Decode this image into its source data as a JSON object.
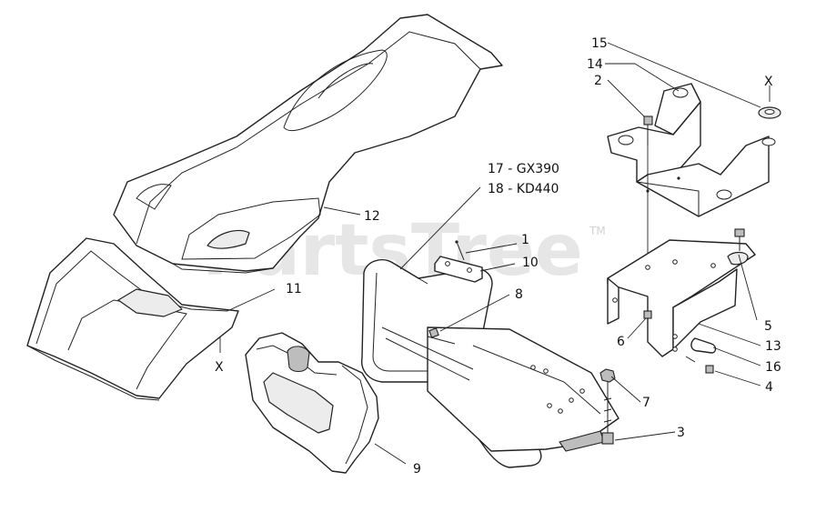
{
  "watermark": {
    "text": "PartsTree",
    "trademark": "TM"
  },
  "callouts": {
    "c15": "15",
    "c14": "14",
    "c2": "2",
    "x_top": "X",
    "c17": "17 - GX390",
    "c18": "18 - KD440",
    "c12": "12",
    "c1": "1",
    "c10": "10",
    "c8": "8",
    "c11": "11",
    "x_left": "X",
    "c5": "5",
    "c6": "6",
    "c13": "13",
    "c16": "16",
    "c4": "4",
    "c7": "7",
    "c3": "3",
    "c9": "9"
  }
}
